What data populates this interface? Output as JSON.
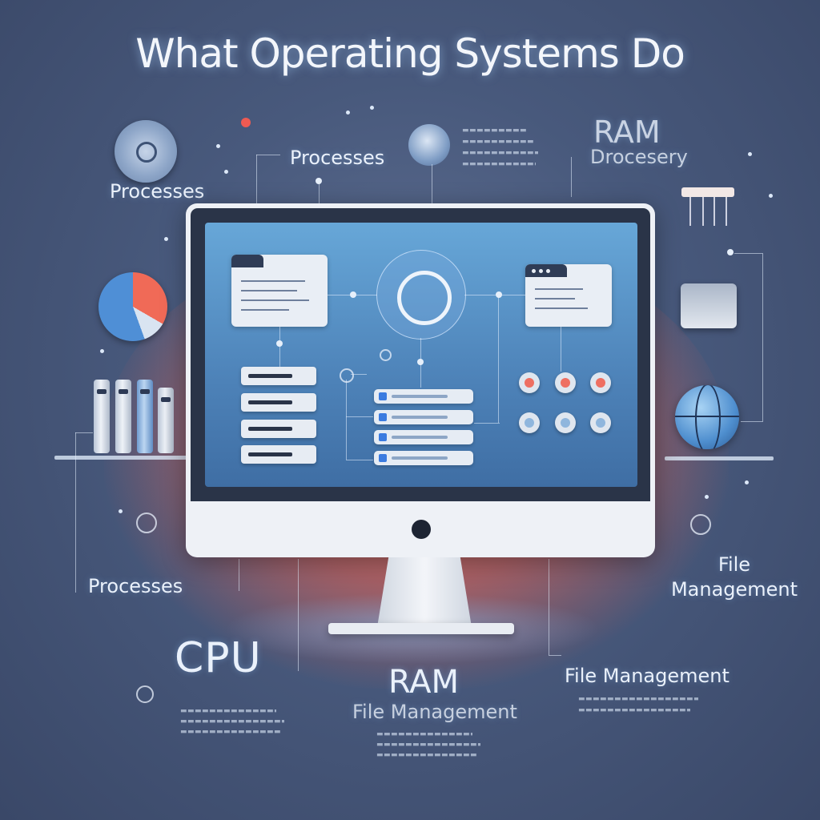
{
  "title": "What Operating Systems Do",
  "labels": {
    "processes_top_left": "Processes",
    "processes_top_center": "Processes",
    "processes_bottom_left": "Processes",
    "ram_top_right": "RAM",
    "ram_top_right_sub": "Drocesery",
    "cpu": "CPU",
    "ram_bottom": "RAM",
    "file_management_bottom_center": "File Management",
    "file_management_right_line1": "File",
    "file_management_right_line2": "Management",
    "file_management_bottom_right": "File Management"
  },
  "icons": {
    "gauge": "gauge-icon",
    "pie": "pie-chart-icon",
    "globe": "globe-icon",
    "storage": "storage-cylinders-icon",
    "monitor": "monitor-icon"
  },
  "colors": {
    "background": "#48597c",
    "accent_orange": "#f06a57",
    "screen_blue": "#5a93c8",
    "label": "#eaf1fb"
  }
}
